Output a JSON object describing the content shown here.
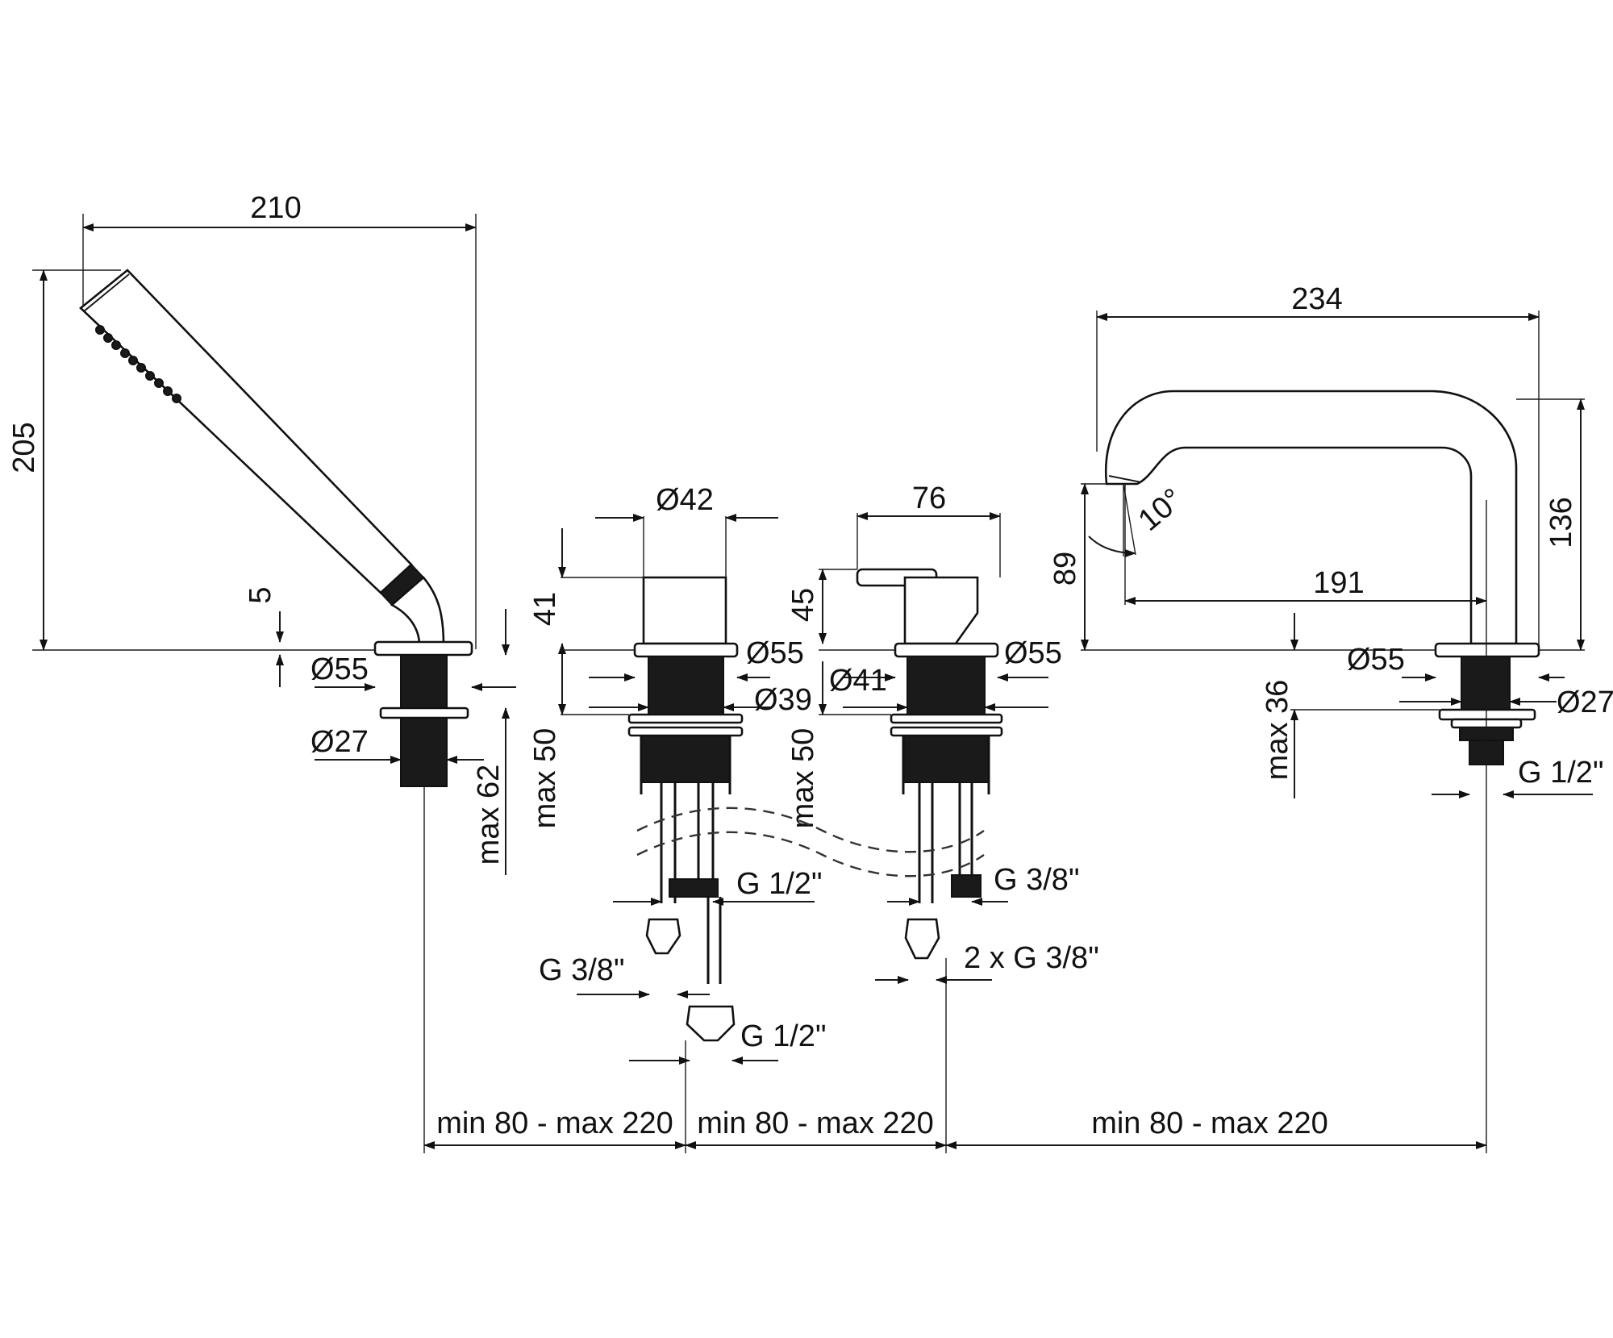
{
  "drawing": {
    "hand_shower": {
      "width": "210",
      "height": "205",
      "flange_gap": "5",
      "flange_dia": "Ø55",
      "body_dia": "Ø27",
      "deck_max": "max 62"
    },
    "diverter": {
      "top_dia": "Ø42",
      "knob_height": "41",
      "flange_dia": "Ø55",
      "body_dia": "Ø39",
      "deck_max": "max 50",
      "outlet_thread": "G 1/2\"",
      "inlet_thread": "G 3/8\"",
      "bottom_thread": "G 1/2\""
    },
    "mixer": {
      "lever_width": "76",
      "lever_height": "45",
      "flange_dia": "Ø55",
      "body_dia": "Ø41",
      "deck_max": "max 50",
      "outlet_thread": "G 3/8\"",
      "inlet_threads": "2 x G 3/8\""
    },
    "spout": {
      "width": "234",
      "height": "136",
      "reach": "191",
      "outlet_height": "89",
      "angle": "10°",
      "flange_dia": "Ø55",
      "body_dia": "Ø27",
      "deck_max": "max 36",
      "thread": "G 1/2\""
    },
    "spacing": {
      "left": "min 80 - max 220",
      "middle": "min 80 - max 220",
      "right": "min 80 - max 220"
    }
  }
}
